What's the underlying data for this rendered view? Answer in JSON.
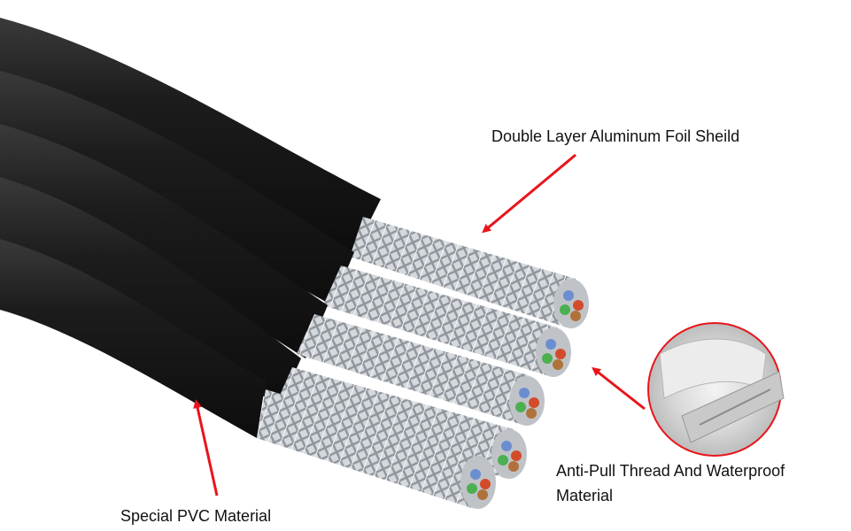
{
  "annotations": {
    "foil_shield": "Double Layer Aluminum Foil Sheild",
    "pvc": "Special PVC Material",
    "anti_pull": "Anti-Pull Thread And Waterproof Material"
  },
  "colors": {
    "arrow": "#e8151b",
    "cable_jacket": "#1a1a1a",
    "braid": "#c8ccd0",
    "inset_ring": "#e8151b"
  },
  "cable_count": 5
}
